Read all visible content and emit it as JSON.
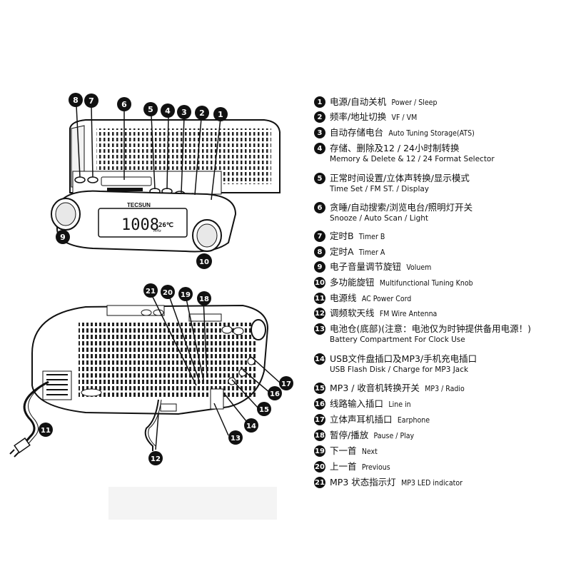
{
  "legend": [
    {
      "num": "1",
      "zh": "电源/自动关机",
      "en": "Power / Sleep"
    },
    {
      "num": "2",
      "zh": "频率/地址切换",
      "en": "VF / VM"
    },
    {
      "num": "3",
      "zh": "自动存储电台",
      "en": "Auto Tuning Storage(ATS)"
    },
    {
      "num": "4",
      "zh": "存储、删除及12 / 24小时制转换",
      "en": "Memory & Delete & 12 / 24 Format Selector",
      "two_line": true
    },
    {
      "num": "5",
      "zh": "正常时间设置/立体声转换/显示模式",
      "en": "Time Set / FM ST. / Display",
      "two_line": true
    },
    {
      "num": "6",
      "zh": "贪睡/自动搜索/浏览电台/照明灯开关",
      "en": "Snooze / Auto Scan / Light",
      "two_line": true
    },
    {
      "num": "7",
      "zh": "定时B",
      "en": "Timer B"
    },
    {
      "num": "8",
      "zh": "定时A",
      "en": "Timer A"
    },
    {
      "num": "9",
      "zh": "电子音量调节旋钮",
      "en": "Voluem"
    },
    {
      "num": "10",
      "zh": "多功能旋钮",
      "en": "Multifunctional Tuning Knob"
    },
    {
      "num": "11",
      "zh": "电源线",
      "en": "AC Power Cord"
    },
    {
      "num": "12",
      "zh": "调频软天线",
      "en": "FM Wire Antenna"
    },
    {
      "num": "13",
      "zh": "电池仓(底部)(注意：电池仅为时钟提供备用电源！)",
      "en": "Battery Compartment For Clock Use",
      "two_line": true
    },
    {
      "num": "14",
      "zh": "USB文件盘插口及MP3/手机充电插口",
      "en": "USB Flash Disk / Charge for MP3 Jack",
      "two_line": true
    },
    {
      "num": "15",
      "zh": "MP3 / 收音机转换开关",
      "en": "MP3 / Radio"
    },
    {
      "num": "16",
      "zh": "线路输入插口",
      "en": "Line in"
    },
    {
      "num": "17",
      "zh": "立体声耳机插口",
      "en": "Earphone"
    },
    {
      "num": "18",
      "zh": "暂停/播放",
      "en": "Pause / Play"
    },
    {
      "num": "19",
      "zh": "下一首",
      "en": "Next"
    },
    {
      "num": "20",
      "zh": "上一首",
      "en": "Previous"
    },
    {
      "num": "21",
      "zh": "MP3 状态指示灯",
      "en": "MP3 LED indicator"
    }
  ],
  "device": {
    "brand": "TECSUN",
    "display_freq": "1008",
    "display_unit": "MHz",
    "display_temp": "26℃"
  },
  "callouts_front": [
    "8",
    "7",
    "6",
    "5",
    "4",
    "3",
    "2",
    "1",
    "9",
    "10"
  ],
  "callouts_back": [
    "21",
    "20",
    "19",
    "18",
    "17",
    "16",
    "15",
    "14",
    "13",
    "12",
    "11"
  ]
}
